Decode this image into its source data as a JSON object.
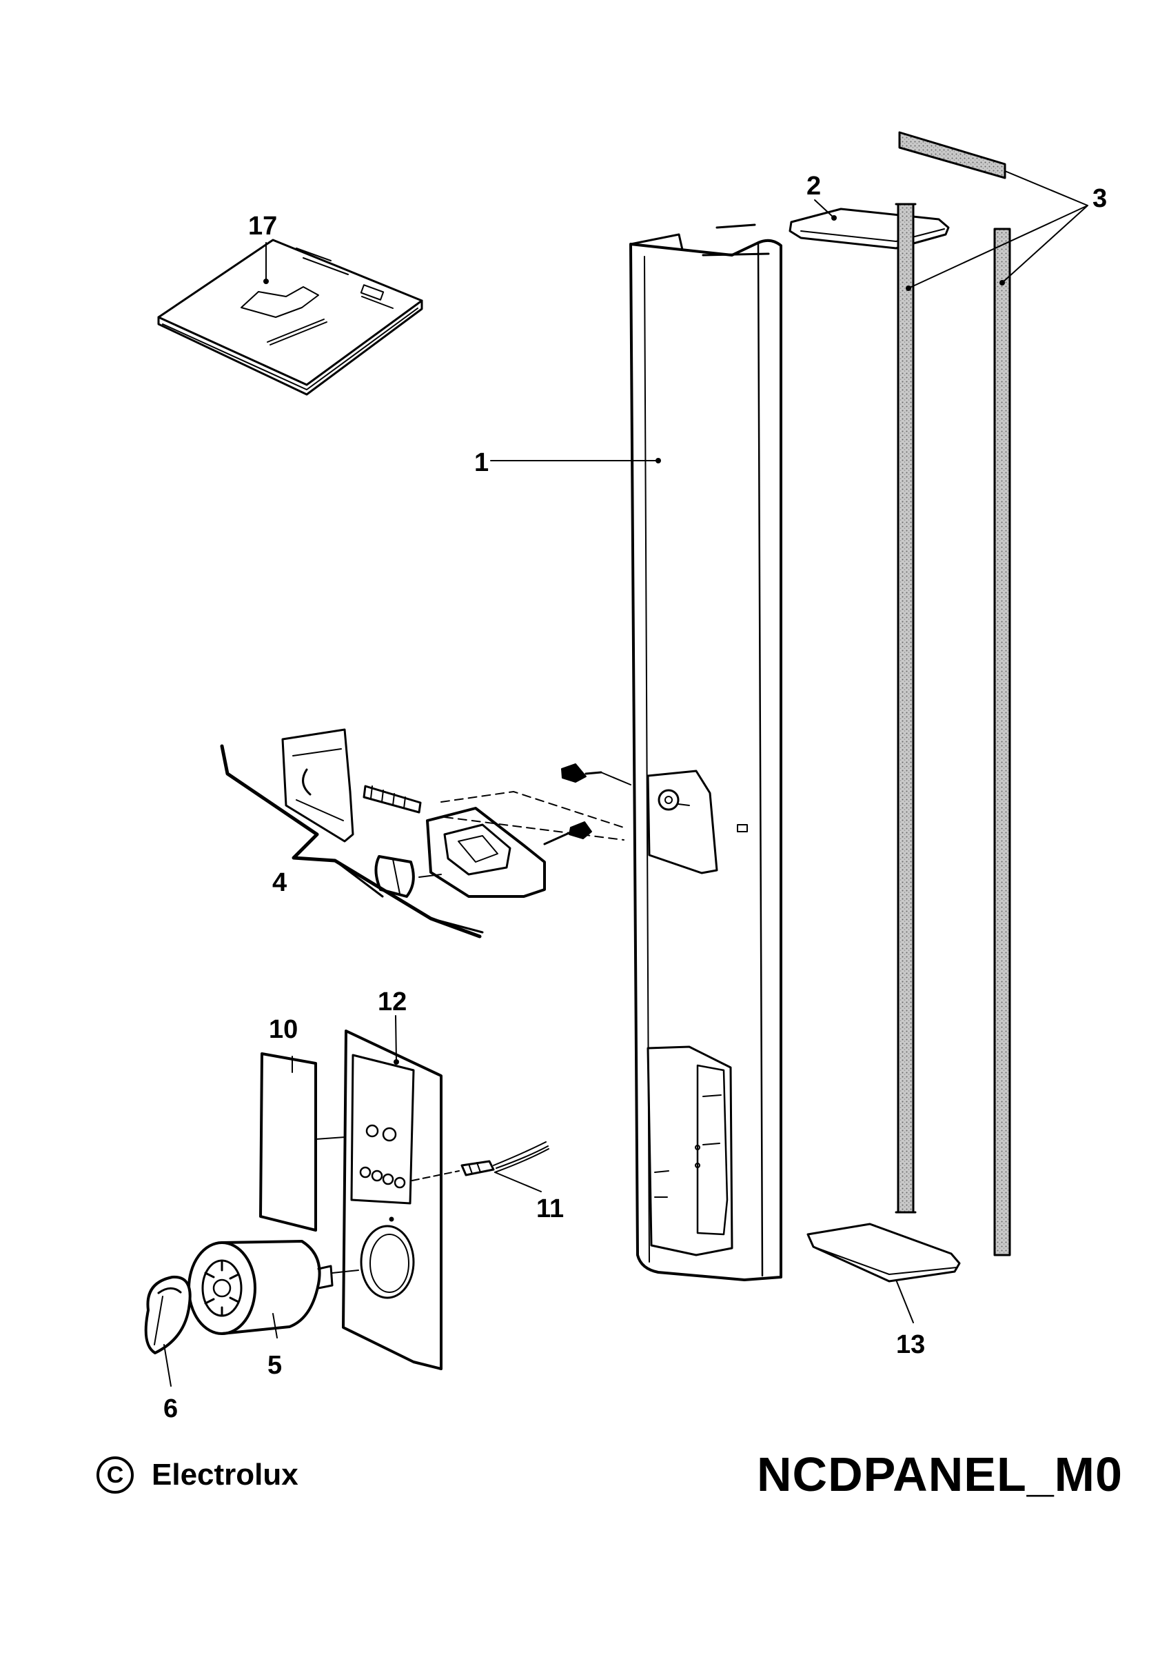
{
  "diagram": {
    "labels": {
      "p1": "1",
      "p2": "2",
      "p3": "3",
      "p4": "4",
      "p5": "5",
      "p6": "6",
      "p10": "10",
      "p11": "11",
      "p12": "12",
      "p13": "13",
      "p17": "17"
    }
  },
  "footer": {
    "copyright_symbol": "C",
    "brand": "Electrolux",
    "code": "NCDPANEL_M0"
  }
}
